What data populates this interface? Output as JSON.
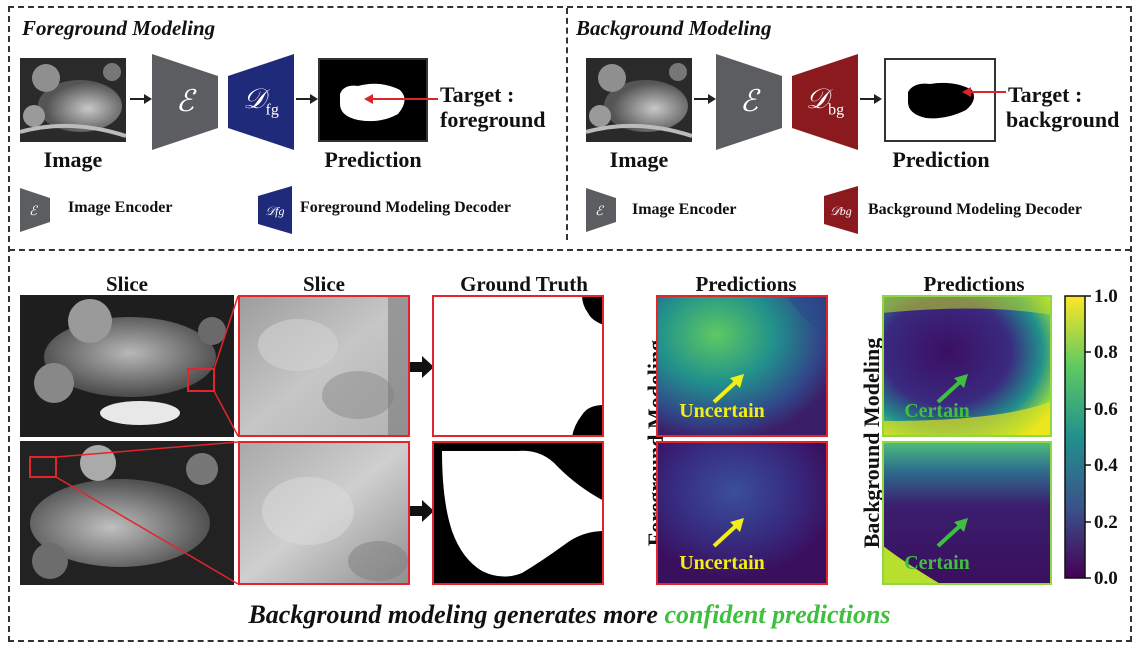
{
  "fg_section": {
    "title": "Foreground Modeling",
    "image_label": "Image",
    "encoder_symbol": "ℰ",
    "decoder_symbol": "𝒟",
    "decoder_sub": "fg",
    "prediction_label": "Prediction",
    "target_line1": "Target :",
    "target_line2": "foreground",
    "legend_encoder": "Image Encoder",
    "legend_decoder": "Foreground Modeling Decoder"
  },
  "bg_section": {
    "title": "Background Modeling",
    "image_label": "Image",
    "encoder_symbol": "ℰ",
    "decoder_symbol": "𝒟",
    "decoder_sub": "bg",
    "prediction_label": "Prediction",
    "target_line1": "Target :",
    "target_line2": "background",
    "legend_encoder": "Image Encoder",
    "legend_decoder": "Background Modeling Decoder"
  },
  "grid": {
    "col_slice": "Slice",
    "col_slice_zoom": "Slice",
    "col_gt": "Ground Truth",
    "col_pred_fg": "Predictions",
    "col_pred_bg": "Predictions",
    "row_label_fg": "Foreground Modeling",
    "row_label_bg": "Background Modeling",
    "fg_note_top": "Uncertain",
    "fg_note_bottom": "Uncertain",
    "bg_note_top": "Certain",
    "bg_note_bottom": "Certain"
  },
  "colorbar": {
    "ticks": [
      "1.0",
      "0.8",
      "0.6",
      "0.4",
      "0.2",
      "0.0"
    ],
    "colors": [
      "#fde725",
      "#5ec962",
      "#21918c",
      "#3b528b",
      "#440154"
    ]
  },
  "caption": {
    "part1": "Background modeling generates more ",
    "part2": "confident predictions"
  },
  "colors": {
    "encoder": "#5c5d60",
    "fg_decoder": "#1f2a7a",
    "bg_decoder": "#8b1a1f",
    "zoom_box": "#e0262b",
    "arrow_red": "#d8262b",
    "note_yellow": "#f2ee18",
    "note_green": "#3fbf3f"
  }
}
